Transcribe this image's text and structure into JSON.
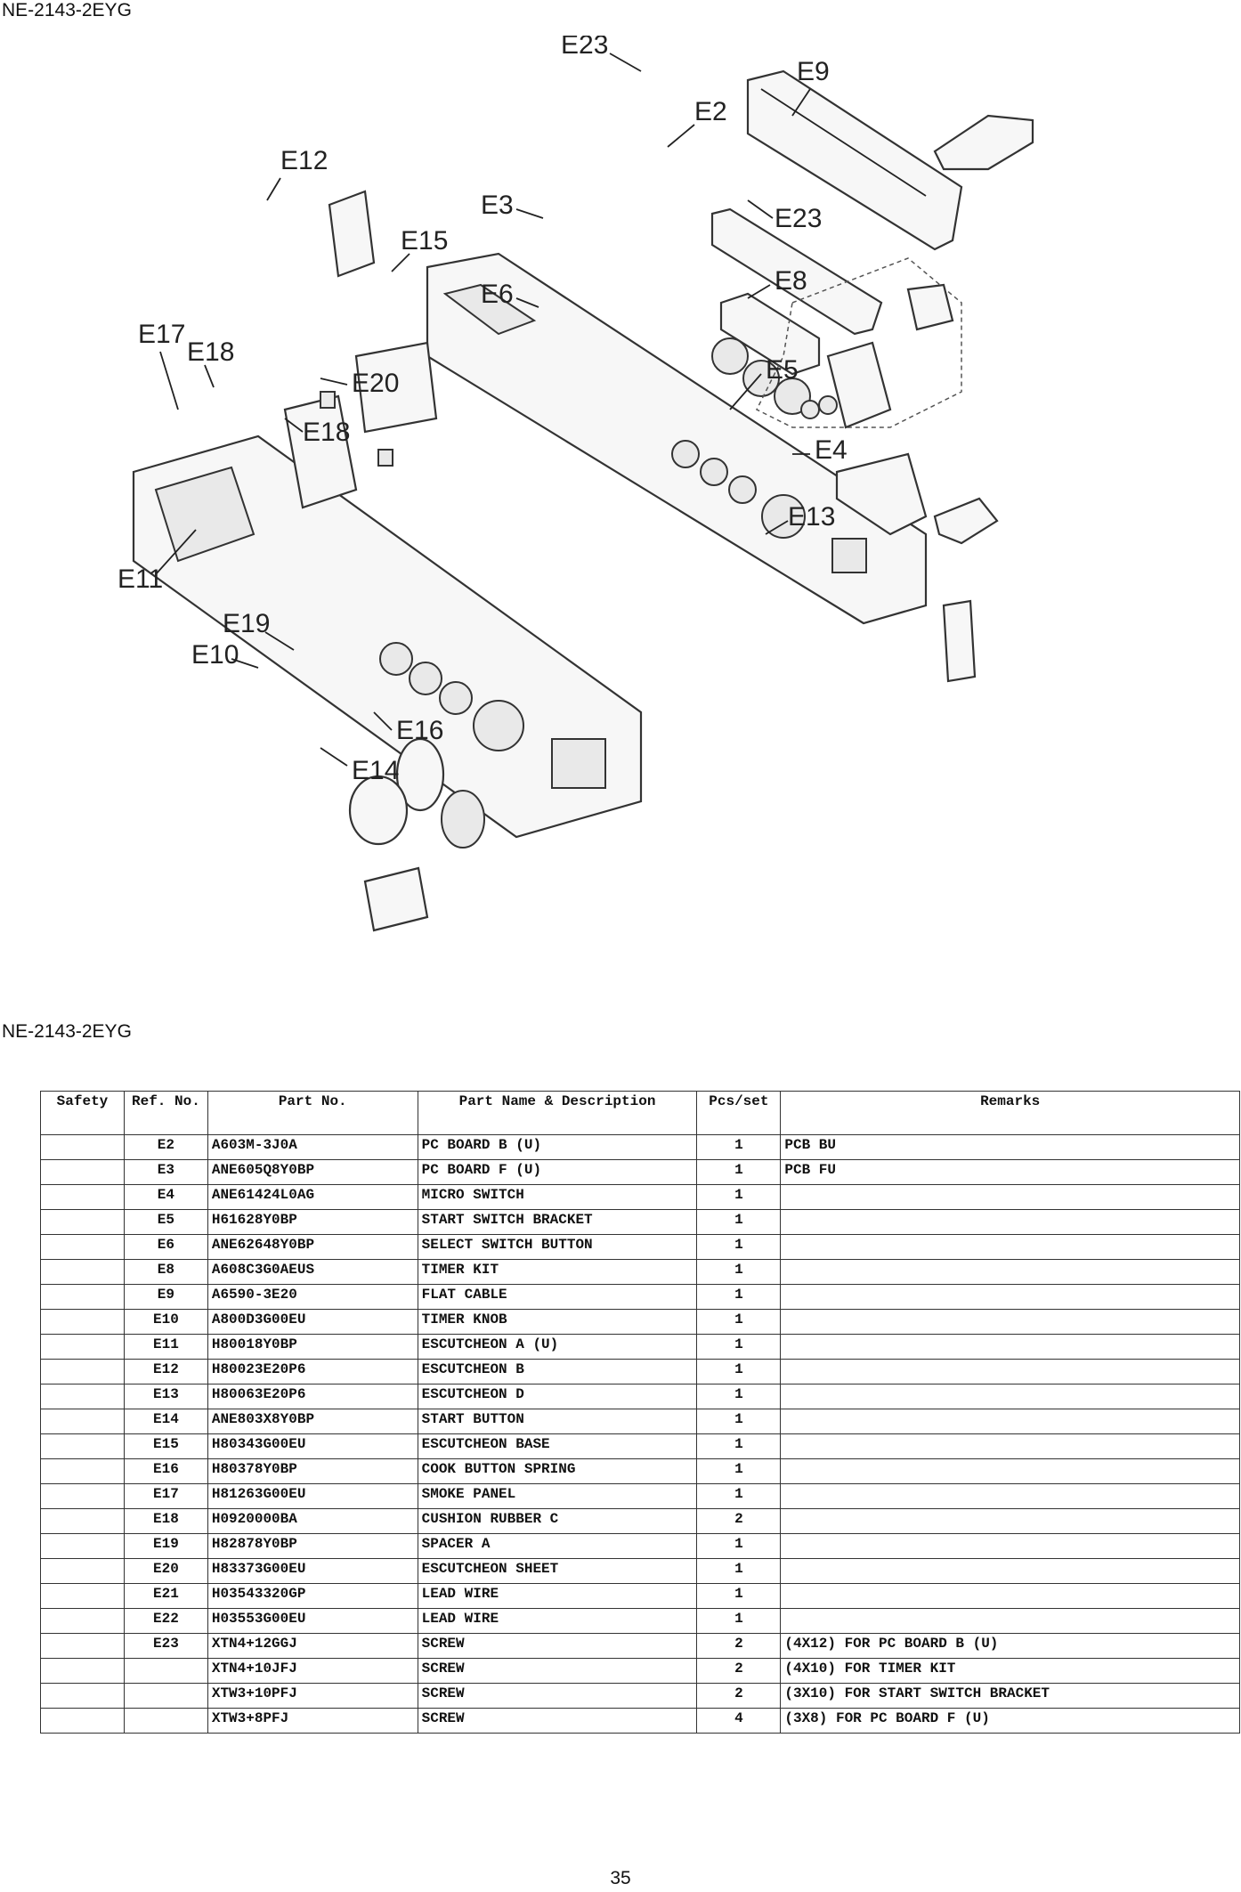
{
  "document": {
    "model_top": "NE-2143-2EYG",
    "model_table": "NE-2143-2EYG",
    "page_number": "35"
  },
  "diagram": {
    "callouts": [
      "E23",
      "E2",
      "E9",
      "E12",
      "E3",
      "E23",
      "E15",
      "E6",
      "E8",
      "E17",
      "E18",
      "E20",
      "E5",
      "E18",
      "E4",
      "E13",
      "E11",
      "E19",
      "E10",
      "E16",
      "E14"
    ]
  },
  "table": {
    "headers": [
      "Safety",
      "Ref. No.",
      "Part No.",
      "Part Name & Description",
      "Pcs/set",
      "Remarks"
    ],
    "rows": [
      [
        "",
        "E2",
        "A603M-3J0A",
        "PC BOARD B (U)",
        "1",
        "PCB BU"
      ],
      [
        "",
        "E3",
        "ANE605Q8Y0BP",
        "PC BOARD F (U)",
        "1",
        "PCB FU"
      ],
      [
        "",
        "E4",
        "ANE61424L0AG",
        "MICRO SWITCH",
        "1",
        ""
      ],
      [
        "",
        "E5",
        "H61628Y0BP",
        "START SWITCH BRACKET",
        "1",
        ""
      ],
      [
        "",
        "E6",
        "ANE62648Y0BP",
        "SELECT SWITCH BUTTON",
        "1",
        ""
      ],
      [
        "",
        "E8",
        "A608C3G0AEUS",
        "TIMER KIT",
        "1",
        ""
      ],
      [
        "",
        "E9",
        "A6590-3E20",
        "FLAT CABLE",
        "1",
        ""
      ],
      [
        "",
        "E10",
        "A800D3G00EU",
        "TIMER KNOB",
        "1",
        ""
      ],
      [
        "",
        "E11",
        "H80018Y0BP",
        "ESCUTCHEON A (U)",
        "1",
        ""
      ],
      [
        "",
        "E12",
        "H80023E20P6",
        "ESCUTCHEON B",
        "1",
        ""
      ],
      [
        "",
        "E13",
        "H80063E20P6",
        "ESCUTCHEON D",
        "1",
        ""
      ],
      [
        "",
        "E14",
        "ANE803X8Y0BP",
        "START BUTTON",
        "1",
        ""
      ],
      [
        "",
        "E15",
        "H80343G00EU",
        "ESCUTCHEON BASE",
        "1",
        ""
      ],
      [
        "",
        "E16",
        "H80378Y0BP",
        "COOK BUTTON SPRING",
        "1",
        ""
      ],
      [
        "",
        "E17",
        "H81263G00EU",
        "SMOKE PANEL",
        "1",
        ""
      ],
      [
        "",
        "E18",
        "H0920000BA",
        "CUSHION RUBBER C",
        "2",
        ""
      ],
      [
        "",
        "E19",
        "H82878Y0BP",
        "SPACER A",
        "1",
        ""
      ],
      [
        "",
        "E20",
        "H83373G00EU",
        "ESCUTCHEON SHEET",
        "1",
        ""
      ],
      [
        "",
        "E21",
        "H03543320GP",
        "LEAD WIRE",
        "1",
        ""
      ],
      [
        "",
        "E22",
        "H03553G00EU",
        "LEAD WIRE",
        "1",
        ""
      ],
      [
        "",
        "E23",
        "XTN4+12GGJ",
        "SCREW",
        "2",
        "(4X12) FOR PC BOARD B (U)"
      ],
      [
        "",
        "",
        "XTN4+10JFJ",
        "SCREW",
        "2",
        "(4X10) FOR TIMER KIT"
      ],
      [
        "",
        "",
        "XTW3+10PFJ",
        "SCREW",
        "2",
        "(3X10) FOR START SWITCH BRACKET"
      ],
      [
        "",
        "",
        "XTW3+8PFJ",
        "SCREW",
        "4",
        "(3X8) FOR PC BOARD F (U)"
      ]
    ]
  }
}
